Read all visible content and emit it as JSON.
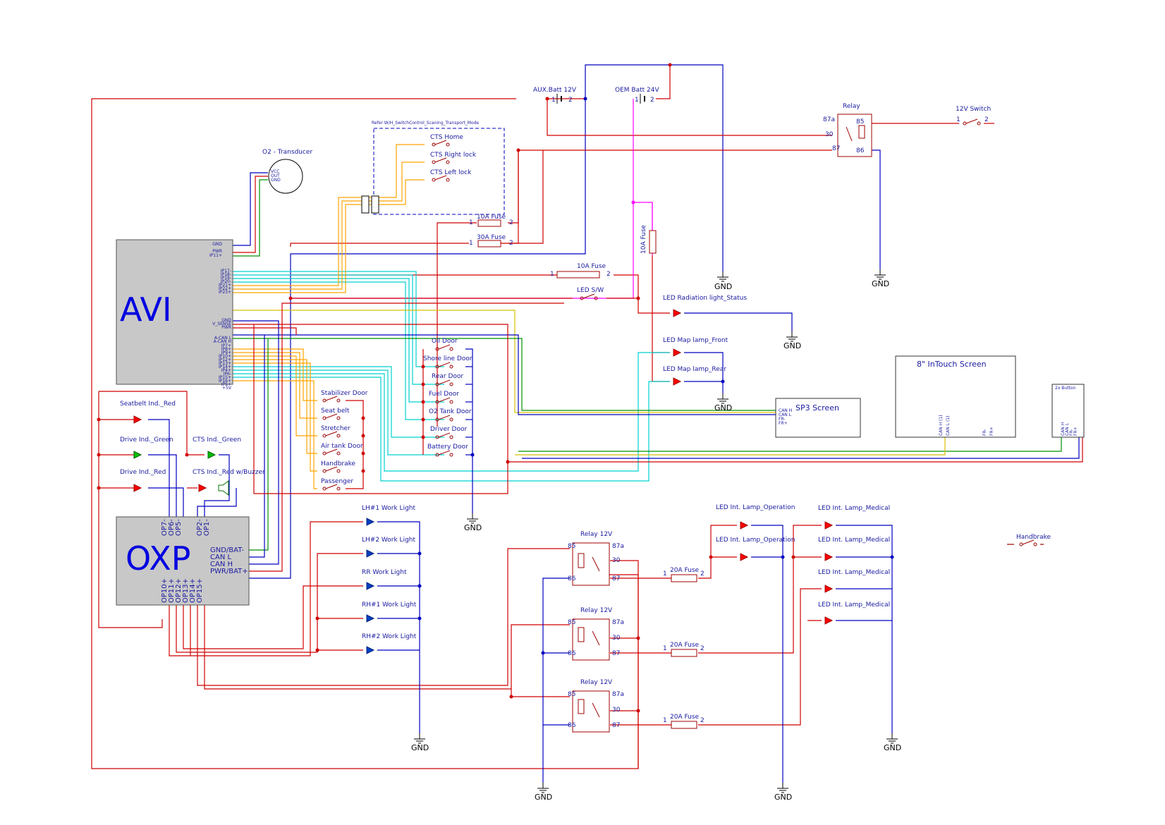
{
  "modules": {
    "avi": "AVI",
    "oxp": "OXP",
    "intouch": "8\" InTouch Screen",
    "sp3": "SP3 Screen",
    "button2x": "2x Button",
    "o2": "O2 - Transducer",
    "refer_note": "Refer W/H_SwitchControl_Scaning_Transport_Mode"
  },
  "avi_pins": {
    "top": [
      "GND",
      "PWR",
      "IP11+"
    ],
    "mid": [
      "IP17-",
      "IP18-",
      "IP19-",
      "IP20-",
      "IP21+",
      "IP22+",
      "IP23+"
    ],
    "pwr": [
      "GND",
      "V_SENSE",
      "PWR"
    ],
    "can": [
      "A-CAN L",
      "A-CAN H"
    ],
    "bottom": [
      "IP7+",
      "IP8+",
      "IP9+",
      "IP10+",
      "IP12+",
      "IP13+",
      "IP14+",
      "IP4+",
      "IP6-",
      "IP15+",
      "IP16+",
      "IP5+",
      "+5V"
    ]
  },
  "oxp_pins": {
    "top": [
      "OP7-",
      "OP6-",
      "OP5-",
      "OP2-",
      "OP1-"
    ],
    "side": [
      "GND/BAT-",
      "CAN L",
      "CAN H",
      "PWR/BAT+"
    ],
    "bottom": [
      "OP10+",
      "OP11+",
      "OP12+",
      "OP13+",
      "OP14+",
      "OP15+"
    ]
  },
  "o2_pins": [
    "VCC",
    "OUT",
    "GND"
  ],
  "sp3_pins": [
    "CAN H",
    "CAN L",
    "FR-",
    "FR+"
  ],
  "intouch_pins": [
    "CAN H (1)",
    "CAN L (1)",
    "FR-",
    "FR+"
  ],
  "button_pins": [
    "CAN H",
    "CAN L",
    "FR-",
    "FR+"
  ],
  "batteries": {
    "aux": "AUX.Batt 12V",
    "oem": "OEM Batt 24V"
  },
  "relay_main": "Relay",
  "relay_pins": [
    "87a",
    "30",
    "87",
    "85",
    "86"
  ],
  "relays12": [
    "Relay 12V",
    "Relay 12V",
    "Relay 12V"
  ],
  "relay12_pins": [
    "85",
    "86",
    "87a",
    "30",
    "87"
  ],
  "switches": {
    "sw12": "12V Switch",
    "cts_home": "CTS Home",
    "cts_right": "CTS Right lock",
    "cts_left": "CTS Left lock",
    "led_sw": "LED S/W",
    "oil": "Oil Door",
    "shore": "Shore line Door",
    "rear": "Rear Door",
    "fuel": "Fuel Door",
    "o2tank": "O2 Tank Door",
    "driver": "Driver Door",
    "battery": "Battery Door",
    "stabilizer": "Stabilizer Door",
    "seatbelt": "Seat belt",
    "stretcher": "Stretcher",
    "airtank": "Air tank Door",
    "handbrake": "Handbrake",
    "passenger": "Passenger",
    "handbrake2": "Handbrake"
  },
  "pin_numbers": [
    "1",
    "2"
  ],
  "fuses": {
    "f10a_1": "10A Fuse",
    "f30a": "30A Fuse",
    "f10a_2": "10A Fuse",
    "f10a_v": "10A Fuse",
    "f20a": [
      "20A Fuse",
      "20A Fuse",
      "20A Fuse"
    ]
  },
  "leds": {
    "rad": "LED Radiation light_Status",
    "map_front": "LED Map lamp_Front",
    "map_rear": "LED Map lamp_Rear",
    "seatbelt": "Seatbelt Ind._Red",
    "drive_green": "Drive Ind._Green",
    "drive_red": "Drive Ind._Red",
    "cts_green": "CTS Ind._Green",
    "cts_red": "CTS Ind._Red w/Buzzer",
    "work": [
      "LH#1 Work Light",
      "LH#2 Work Light",
      "RR Work Light",
      "RH#1 Work Light",
      "RH#2 Work Light"
    ],
    "int_op": [
      "LED Int. Lamp_Operation",
      "LED Int. Lamp_Operation"
    ],
    "int_med": [
      "LED Int. Lamp_Medical",
      "LED Int. Lamp_Medical",
      "LED Int. Lamp_Medical",
      "LED Int. Lamp_Medical"
    ]
  },
  "gnd_label": "GND",
  "colors": {
    "red": "#d00000",
    "blue": "#0000c0",
    "magenta": "#ff00ff",
    "cyan": "#00d0d0",
    "orange": "#ffa500",
    "yellow": "#d8c000",
    "green": "#009000",
    "module_fill": "#c8c8c8",
    "led_red": "#ff0000",
    "led_green": "#00c000",
    "led_blue": "#0040c0"
  }
}
